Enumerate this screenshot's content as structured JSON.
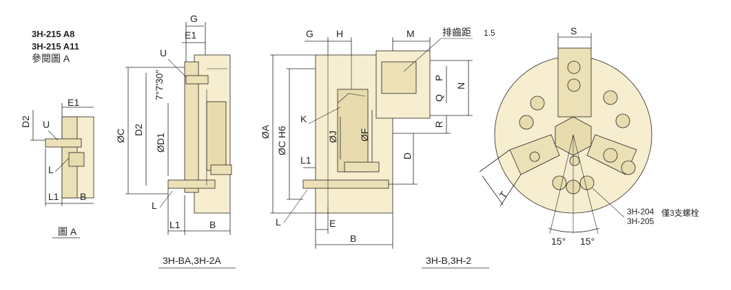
{
  "detail_a": {
    "model_line1": "3H-215 A8",
    "model_line2": "3H-215 A11",
    "ref_note": "參閱圖 A",
    "caption": "圖 A",
    "label_D2": "D2",
    "label_E1": "E1",
    "label_U": "U",
    "label_L": "L",
    "label_L1": "L1",
    "label_B": "B"
  },
  "view_ba": {
    "caption": "3H-BA,3H-2A",
    "label_G": "G",
    "label_E1": "E1",
    "label_U": "U",
    "label_angle": "7°7'30\"",
    "label_C": "ØC",
    "label_D2": "D2",
    "label_D1": "ØD1",
    "label_L": "L",
    "label_L1": "L1",
    "label_B": "B"
  },
  "view_b": {
    "caption": "3H-B,3H-2",
    "label_G": "G",
    "label_H": "H",
    "label_M": "M",
    "label_pitch": "排齒距",
    "pitch_value": "1.5",
    "label_P": "P",
    "label_N": "N",
    "label_Q": "Q",
    "label_R": "R",
    "label_A": "ØA",
    "label_CH6": "ØC H6",
    "label_K": "K",
    "label_J": "ØJ",
    "label_F": "ØF",
    "label_D": "D",
    "label_L1": "L1",
    "label_L": "L",
    "label_E": "E",
    "label_B": "B"
  },
  "front_view": {
    "label_S": "S",
    "label_T": "T",
    "bolt_note1": "3H-204",
    "bolt_note2": "3H-205",
    "bolt_note3": "僅3支螺栓",
    "angle_left": "15°",
    "angle_right": "15°"
  }
}
